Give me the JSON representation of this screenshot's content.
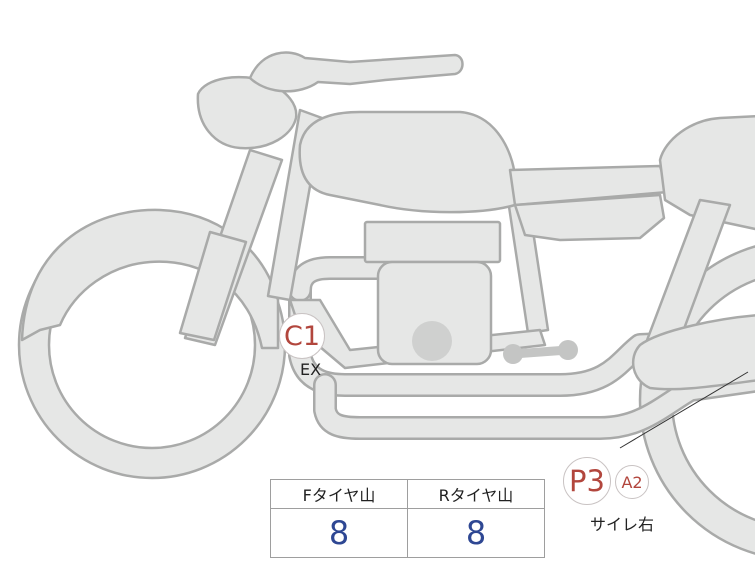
{
  "labels": {
    "c1": {
      "code": "C1",
      "caption": "EX"
    },
    "p3": {
      "code": "P3",
      "sub_code": "A2",
      "caption": "サイレ右"
    }
  },
  "tire_table": {
    "headers": [
      "Fタイヤ山",
      "Rタイヤ山"
    ],
    "values": [
      "8",
      "8"
    ]
  },
  "colors": {
    "body_fill": "#e6e7e6",
    "body_outline": "#a9aaa9",
    "code_text": "#b2463d",
    "value_text": "#2e4793"
  }
}
